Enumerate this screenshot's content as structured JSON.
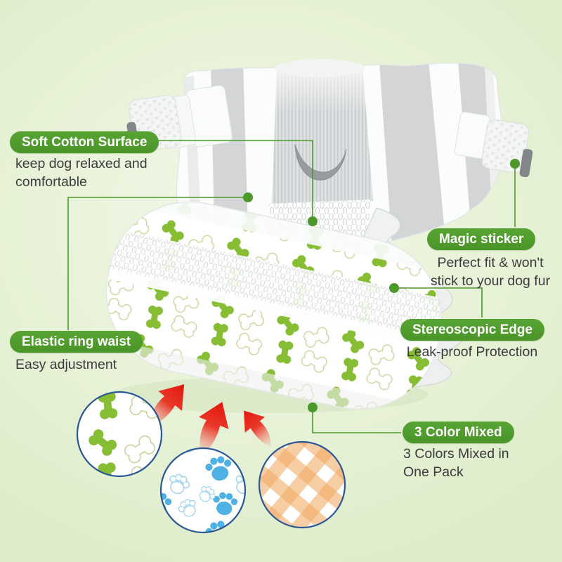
{
  "infographic": {
    "product_name": "dog diaper",
    "callouts": [
      {
        "id": "soft-cotton-surface",
        "label": "Soft Cotton Surface",
        "description": "keep dog relaxed and comfortable"
      },
      {
        "id": "magic-sticker",
        "label": "Magic sticker",
        "description": "Perfect fit & won't stick to your dog fur"
      },
      {
        "id": "elastic-ring-waist",
        "label": "Elastic ring waist",
        "description": "Easy adjustment"
      },
      {
        "id": "stereoscopic-edge",
        "label": "Stereoscopic Edge",
        "description": "Leak-proof Protection"
      },
      {
        "id": "3-color-mixed",
        "label": "3 Color Mixed",
        "description": "3 Colors Mixed in One Pack"
      }
    ],
    "detail_circles": [
      {
        "id": "green-bones",
        "pattern": "green bone print"
      },
      {
        "id": "blue-paws",
        "pattern": "blue paw print"
      },
      {
        "id": "orange-gingham",
        "pattern": "orange gingham check"
      }
    ],
    "colors": {
      "background_light": "#f1f8e8",
      "background_edge": "#ddecc9",
      "accent_green": "#4f9b2c",
      "connector_green": "#4c982a",
      "label_text": "#ffffff",
      "body_text": "#3c3c3c",
      "arrow_red": "#e3170d",
      "circle_border": "#2a5795",
      "bone_green": "#86bd33",
      "paw_blue": "#4fb0e4",
      "gingham_orange": "#f2ab63"
    }
  }
}
